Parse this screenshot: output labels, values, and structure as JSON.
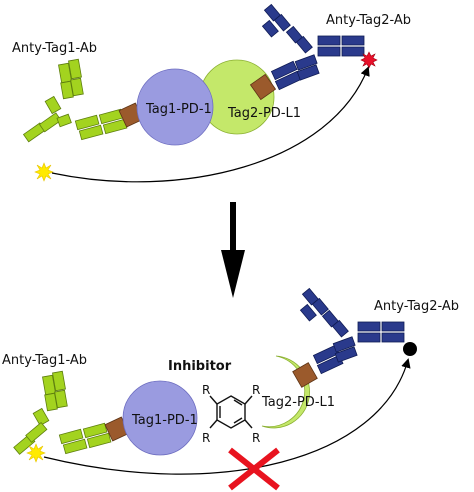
{
  "top_panel": {
    "antibody1_label": "Anty-Tag1-Ab",
    "antibody2_label": "Anty-Tag2-Ab",
    "protein1_label": "Tag1-PD-1",
    "protein2_label": "Tag2-PD-L1"
  },
  "bottom_panel": {
    "antibody1_label": "Anty-Tag1-Ab",
    "antibody2_label": "Anty-Tag2-Ab",
    "protein1_label": "Tag1-PD-1",
    "protein2_label": "Tag2-PD-L1",
    "inhibitor_label": "Inhibitor",
    "substituent": "R"
  },
  "colors": {
    "antibody1": "#a3d31f",
    "antibody2": "#2a3a8c",
    "pd1": "#9a9be0",
    "pdl1": "#c4e86a",
    "tag": "#9b5a2c",
    "donor": "#ffea00",
    "acceptor_active": "#e8102a",
    "acceptor_off": "#000000",
    "cross": "#e8131f",
    "arrow": "#000000"
  }
}
